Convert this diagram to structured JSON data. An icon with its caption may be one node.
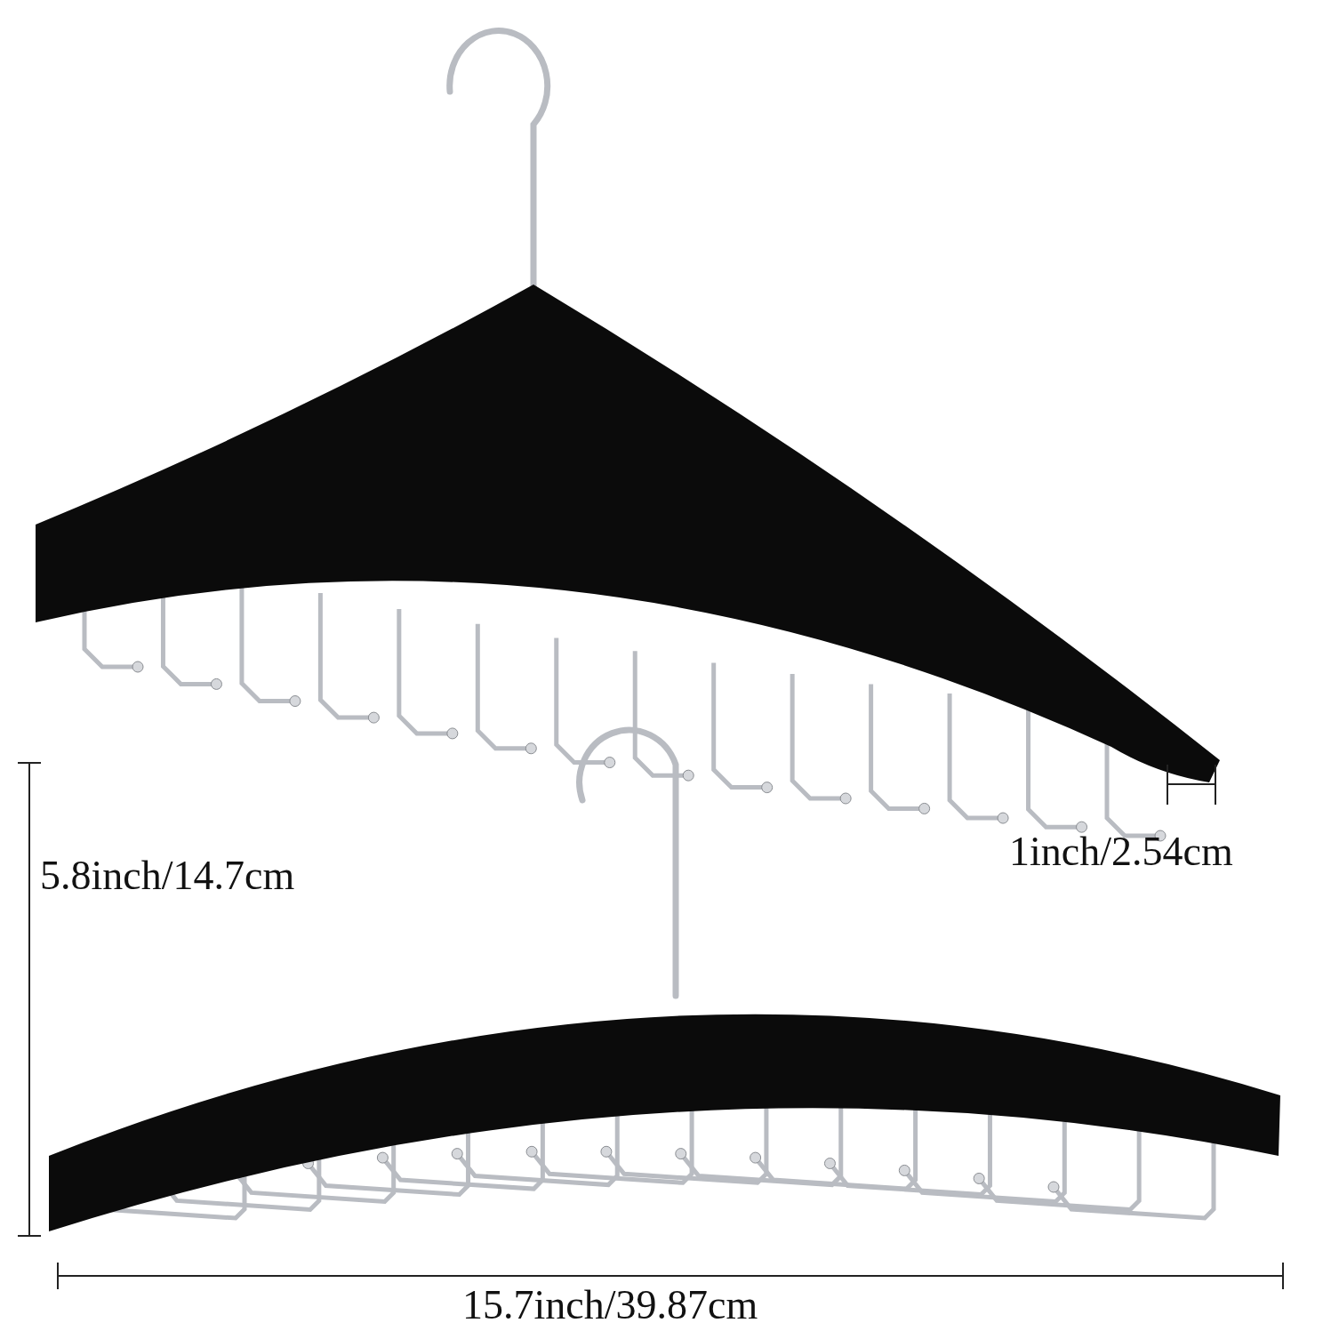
{
  "diagram": {
    "labels": [
      "1inch/2.54cm",
      "5.8inch/14.7cm",
      "15.7inch/39.87cm"
    ]
  }
}
